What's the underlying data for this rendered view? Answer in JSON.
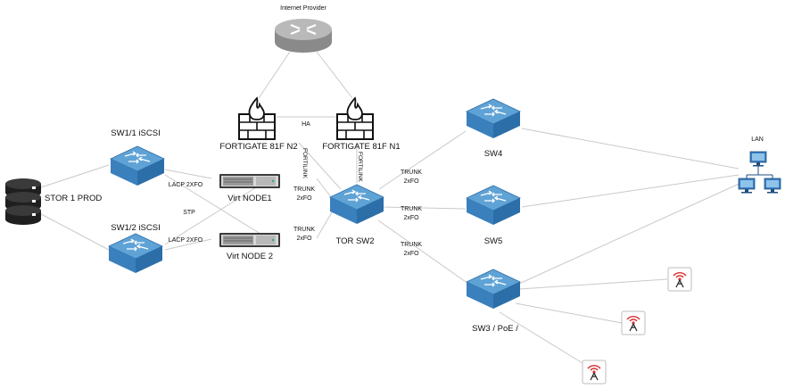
{
  "nodes": {
    "internet": "Internet Provider",
    "fw_n2": "FORTIGATE 81F N2",
    "fw_n1": "FORTIGATE 81F N1",
    "sw1_1": "SW1/1 iSCSI",
    "sw1_2": "SW1/2 iSCSI",
    "stor": "STOR 1 PROD",
    "node1": "Virt NODE1",
    "node2": "Virt NODE 2",
    "tor": "TOR SW2",
    "sw4": "SW4",
    "sw5": "SW5",
    "sw3": "SW3  / PoE /",
    "lan": "LAN"
  },
  "links": {
    "ha": "HA",
    "fortilink": "FORTILINK",
    "lacp1": "LACP 2XFO",
    "lacp2": "LACP 2XFO",
    "stp": "STP",
    "trunk": "TRUNK",
    "twoxfo": "2xFO"
  },
  "colors": {
    "switch_top": "#5fa3d6",
    "switch_side": "#2c6ea8",
    "link": "#c9c9c9"
  }
}
